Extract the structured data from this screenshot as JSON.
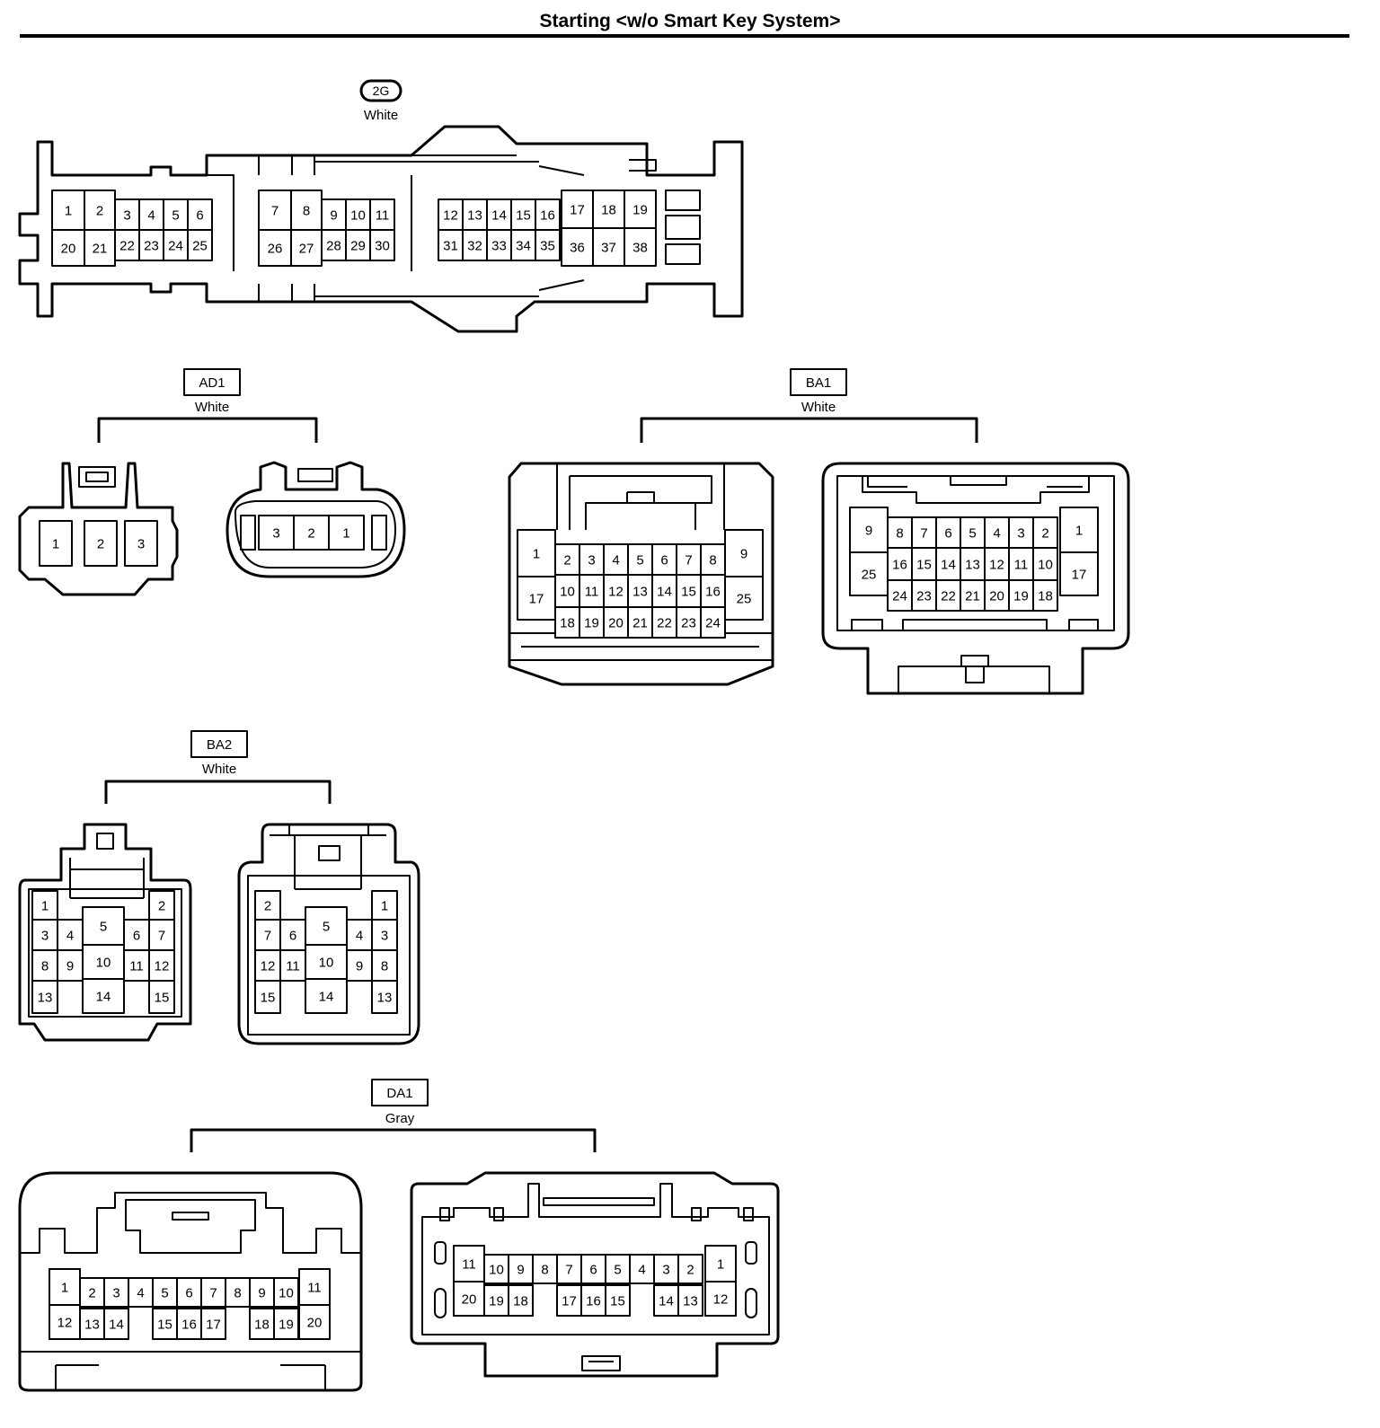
{
  "title": "Starting <w/o Smart Key System>",
  "connectors": [
    {
      "id": "2G",
      "color": "White",
      "pins": {
        "row1": [
          "1",
          "2",
          "3",
          "4",
          "5",
          "6",
          "7",
          "8",
          "9",
          "10",
          "11",
          "12",
          "13",
          "14",
          "15",
          "16",
          "17",
          "18",
          "19"
        ],
        "row2": [
          "20",
          "21",
          "22",
          "23",
          "24",
          "25",
          "26",
          "27",
          "28",
          "29",
          "30",
          "31",
          "32",
          "33",
          "34",
          "35",
          "36",
          "37",
          "38"
        ]
      }
    },
    {
      "id": "AD1",
      "color": "White",
      "left_view": [
        "1",
        "2",
        "3"
      ],
      "right_view": [
        "3",
        "2",
        "1"
      ]
    },
    {
      "id": "BA1",
      "color": "White",
      "left_view": {
        "row1": [
          "1",
          "2",
          "3",
          "4",
          "5",
          "6",
          "7",
          "8",
          "9"
        ],
        "row2": [
          "17",
          "10",
          "11",
          "12",
          "13",
          "14",
          "15",
          "16",
          "25"
        ],
        "row3": [
          "18",
          "19",
          "20",
          "21",
          "22",
          "23",
          "24"
        ]
      },
      "right_view": {
        "row1": [
          "9",
          "8",
          "7",
          "6",
          "5",
          "4",
          "3",
          "2",
          "1"
        ],
        "row2": [
          "25",
          "16",
          "15",
          "14",
          "13",
          "12",
          "11",
          "10",
          "17"
        ],
        "row3": [
          "24",
          "23",
          "22",
          "21",
          "20",
          "19",
          "18"
        ]
      }
    },
    {
      "id": "BA2",
      "color": "White",
      "left_view": {
        "row1": [
          "1",
          "5",
          "2"
        ],
        "row2": [
          "3",
          "4",
          "6",
          "7"
        ],
        "row3": [
          "8",
          "9",
          "10",
          "11",
          "12"
        ],
        "row4": [
          "13",
          "14",
          "15"
        ]
      },
      "right_view": {
        "row1": [
          "2",
          "5",
          "1"
        ],
        "row2": [
          "7",
          "6",
          "4",
          "3"
        ],
        "row3": [
          "12",
          "11",
          "10",
          "9",
          "8"
        ],
        "row4": [
          "15",
          "14",
          "13"
        ]
      }
    },
    {
      "id": "DA1",
      "color": "Gray",
      "left_view": {
        "row1": [
          "1",
          "2",
          "3",
          "4",
          "5",
          "6",
          "7",
          "8",
          "9",
          "10",
          "11"
        ],
        "row2": [
          "12",
          "13",
          "14",
          "15",
          "16",
          "17",
          "18",
          "19",
          "20"
        ]
      },
      "right_view": {
        "row1": [
          "11",
          "10",
          "9",
          "8",
          "7",
          "6",
          "5",
          "4",
          "3",
          "2",
          "1"
        ],
        "row2": [
          "20",
          "19",
          "18",
          "17",
          "16",
          "15",
          "14",
          "13",
          "12"
        ]
      }
    }
  ]
}
